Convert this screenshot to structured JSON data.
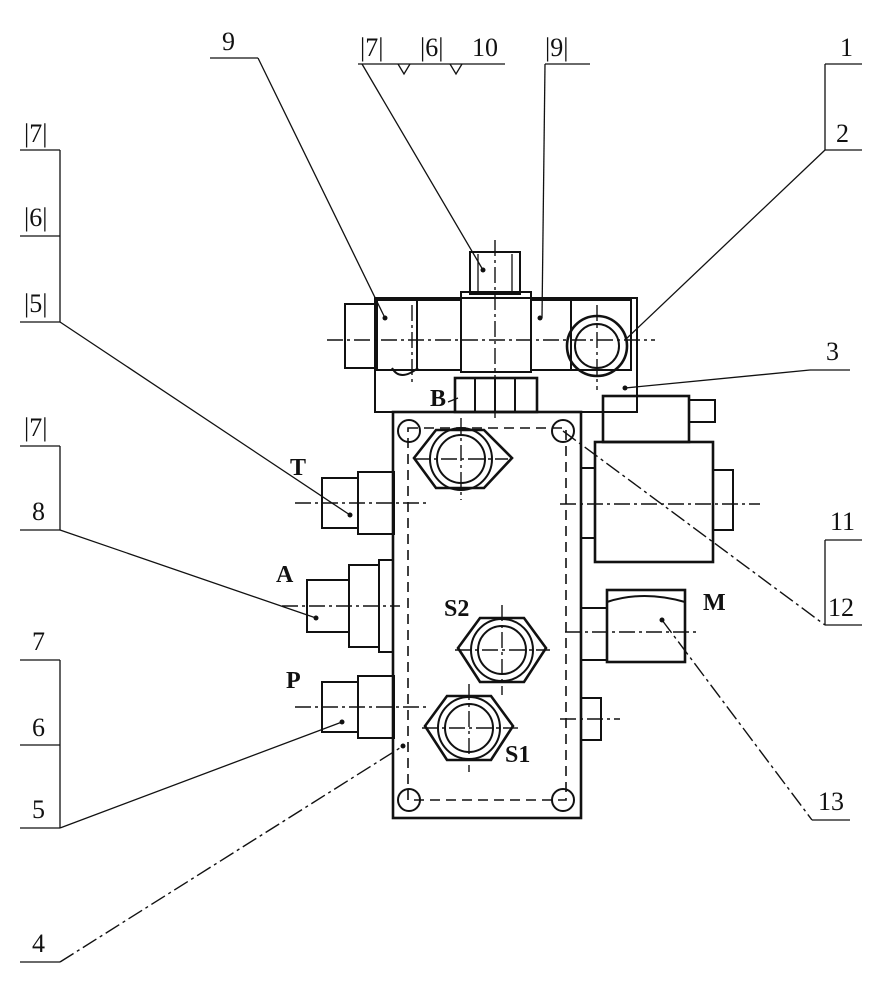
{
  "callouts": {
    "c1": "1",
    "c2": "2",
    "c3": "3",
    "c4": "4",
    "c5": "5",
    "c6": "6",
    "c7": "7",
    "c8": "8",
    "c9": "9",
    "c10": "10",
    "c11": "11",
    "c12": "12",
    "c13": "13",
    "b7a": "|7|",
    "b6a": "|6|",
    "b9": "|9|",
    "b7b": "|7|",
    "b6b": "|6|",
    "b5": "|5|",
    "b7c": "|7|"
  },
  "ports": {
    "T": "T",
    "A": "A",
    "P": "P",
    "B": "B",
    "M": "M",
    "S1": "S1",
    "S2": "S2"
  }
}
